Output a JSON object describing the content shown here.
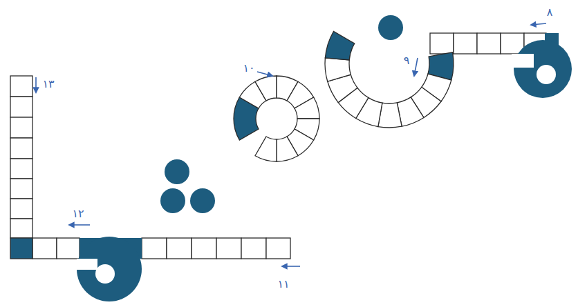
{
  "diagram": {
    "labels": [
      "۸",
      "۹",
      "۱۰",
      "۱۱",
      "۱۲",
      "۱۳"
    ]
  }
}
